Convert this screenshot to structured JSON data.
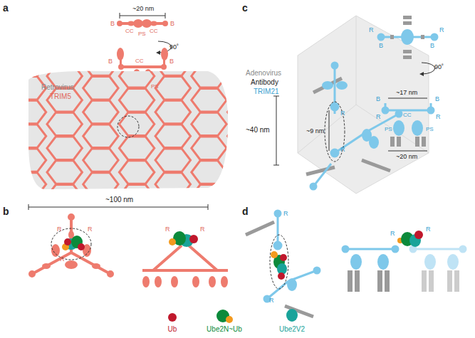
{
  "diagram": {
    "labels": [
      "a",
      "~20 nm",
      "B",
      "CC",
      "CC",
      "B",
      "PS",
      "90˚",
      "B",
      "CC",
      "B",
      "PS",
      "Retrovirus",
      "TRIM5",
      "~100 nm",
      "b",
      "R",
      "R",
      "R",
      "R",
      "R",
      "c",
      "Adenovirus",
      "Antibody",
      "TRIM21",
      "~40 nm",
      "~9 nm",
      "R",
      "R",
      "R",
      "B",
      "B",
      "R",
      "90˚",
      "~17 nm",
      "B",
      "CC",
      "B",
      "R",
      "R",
      "PS",
      "PS",
      "~20 nm",
      "d",
      "R",
      "R",
      "R",
      "R"
    ],
    "legend": [
      {
        "text": "Ub",
        "color": "#c0182c"
      },
      {
        "text": "Ube2N~Ub"
      },
      {
        "text": "Ube2V2",
        "color": "#19a39a"
      }
    ]
  }
}
